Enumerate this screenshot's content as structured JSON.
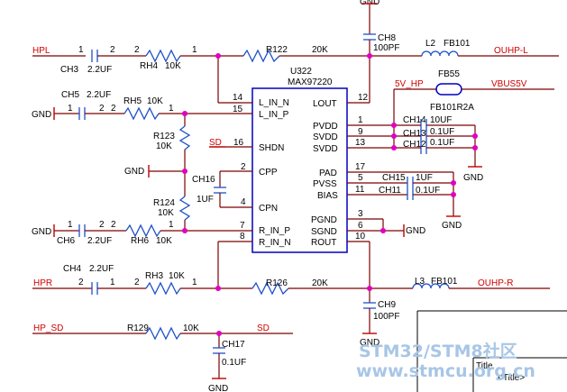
{
  "ic": {
    "ref": "U322",
    "part": "MAX97220"
  },
  "pins_left": [
    {
      "num": "14",
      "name": "L_IN_N"
    },
    {
      "num": "15",
      "name": "L_IN_P"
    },
    {
      "num": "16",
      "name": "SHDN"
    },
    {
      "num": "2",
      "name": "CPP"
    },
    {
      "num": "4",
      "name": "CPN"
    },
    {
      "num": "7",
      "name": "R_IN_P"
    },
    {
      "num": "8",
      "name": "R_IN_N"
    }
  ],
  "pins_right": [
    {
      "num": "12",
      "name": "LOUT"
    },
    {
      "num": "1",
      "name": "PVDD"
    },
    {
      "num": "9",
      "name": "SVDD"
    },
    {
      "num": "13",
      "name": "SVDD"
    },
    {
      "num": "17",
      "name": "PAD"
    },
    {
      "num": "5",
      "name": "PVSS"
    },
    {
      "num": "11",
      "name": "BIAS"
    },
    {
      "num": "3",
      "name": "PGND"
    },
    {
      "num": "6",
      "name": "SGND"
    },
    {
      "num": "10",
      "name": "ROUT"
    }
  ],
  "nets": {
    "hpl": "HPL",
    "hpr": "HPR",
    "hp_sd": "HP_SD",
    "sd": "SD",
    "sd2": "SD",
    "ouhp_l": "OUHP-L",
    "ouhp_r": "OUHP-R",
    "v5_hp": "5V_HP",
    "vbus5v": "VBUS5V"
  },
  "gnd": "GND",
  "components": {
    "ch3": {
      "ref": "CH3",
      "value": "2.2UF",
      "p1": "1",
      "p2": "2"
    },
    "rh4": {
      "ref": "RH4",
      "value": "10K",
      "p1": "2",
      "p2": "1"
    },
    "r122": {
      "ref": "R122",
      "value": "20K"
    },
    "ch8": {
      "ref": "CH8",
      "value": "100PF"
    },
    "l2": {
      "ref": "L2",
      "value": "FB101"
    },
    "ch5": {
      "ref": "CH5",
      "value": "2.2UF",
      "p1": "1",
      "p2": "2"
    },
    "rh5": {
      "ref": "RH5",
      "value": "10K",
      "p1": "2",
      "p2": "1"
    },
    "r123": {
      "ref": "R123",
      "value": "10K"
    },
    "ch16": {
      "ref": "CH16",
      "value": "1UF"
    },
    "r124": {
      "ref": "R124",
      "value": "10K"
    },
    "ch6": {
      "ref": "CH6",
      "value": "2.2UF",
      "p1": "1",
      "p2": "2"
    },
    "rh6": {
      "ref": "RH6",
      "value": "10K",
      "p1": "2",
      "p2": "1"
    },
    "fb55": {
      "ref": "FB55",
      "value": "FB101R2A"
    },
    "ch14": {
      "ref": "CH14",
      "value": "10UF"
    },
    "ch13": {
      "ref": "CH13",
      "value": "0.1UF"
    },
    "ch12": {
      "ref": "CH12",
      "value": "0.1UF"
    },
    "ch15": {
      "ref": "CH15",
      "value": "1UF"
    },
    "ch11": {
      "ref": "CH11",
      "value": "0.1UF"
    },
    "ch4": {
      "ref": "CH4",
      "value": "2.2UF",
      "p1": "2",
      "p2": "1"
    },
    "rh3": {
      "ref": "RH3",
      "value": "10K",
      "p1": "2",
      "p2": "1"
    },
    "r126": {
      "ref": "R126",
      "value": "20K"
    },
    "l3": {
      "ref": "L3",
      "value": "FB101"
    },
    "ch9": {
      "ref": "CH9",
      "value": "100PF"
    },
    "r129": {
      "ref": "R129",
      "value": "10K"
    },
    "ch17": {
      "ref": "CH17",
      "value": "0.1UF"
    }
  },
  "title_block": {
    "label": "Title",
    "value": "<Title>"
  },
  "watermark": {
    "line1": "STM32/STM8社区",
    "line2": "www.stmcu.org.cn"
  }
}
